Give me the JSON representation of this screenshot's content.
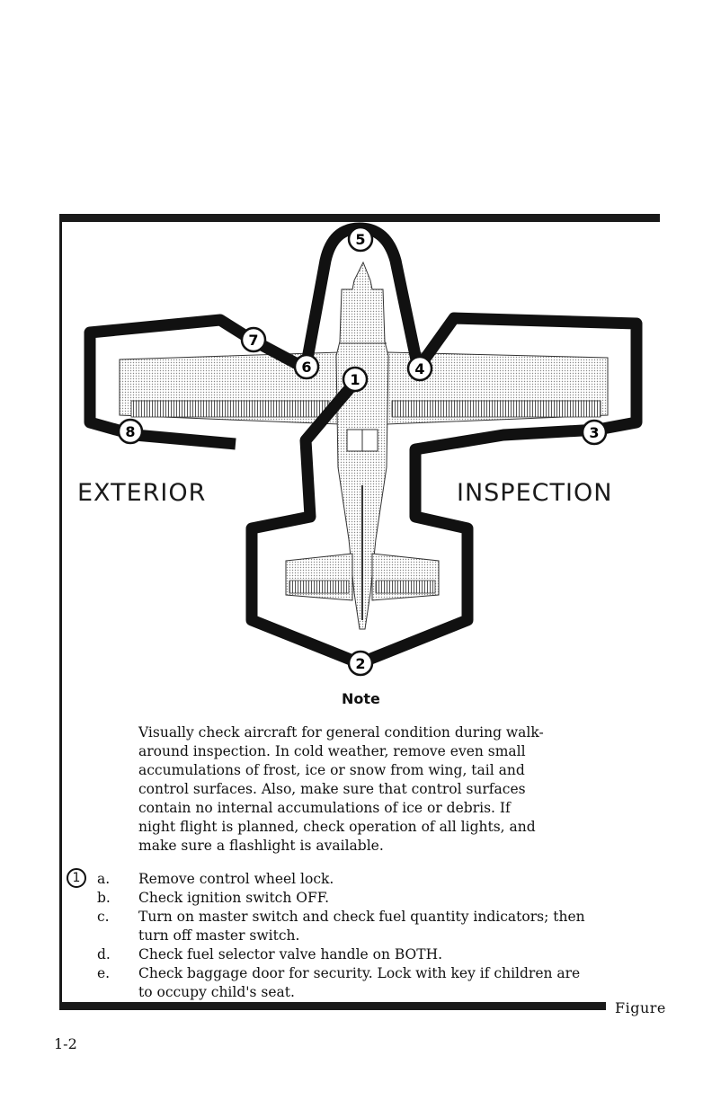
{
  "diagram": {
    "step_numbers": [
      "1",
      "2",
      "3",
      "4",
      "5",
      "6",
      "7",
      "8"
    ]
  },
  "headings": {
    "left": "EXTERIOR",
    "right": "INSPECTION"
  },
  "note": {
    "title": "Note",
    "lines": [
      "Visually check aircraft for general condition during walk-",
      "around inspection. In cold weather, remove even small",
      "accumulations of frost, ice or snow from wing, tail and",
      "control surfaces. Also, make sure that control surfaces",
      "contain no internal accumulations of ice or debris. If",
      "night flight is planned, check operation of all lights, and",
      "make sure a flashlight is available."
    ]
  },
  "step1": {
    "marker": "1",
    "items": [
      {
        "letter": "a.",
        "lines": [
          "Remove control wheel lock."
        ]
      },
      {
        "letter": "b.",
        "lines": [
          "Check ignition switch OFF."
        ]
      },
      {
        "letter": "c.",
        "lines": [
          "Turn on master switch and check fuel quantity indicators; then",
          "turn off master switch."
        ]
      },
      {
        "letter": "d.",
        "lines": [
          "Check fuel selector valve handle on BOTH."
        ]
      },
      {
        "letter": "e.",
        "lines": [
          "Check baggage door for security. Lock with key if children are",
          "to occupy child's seat."
        ]
      }
    ]
  },
  "footer": {
    "figure_label": "Figure",
    "page_number": "1-2"
  }
}
